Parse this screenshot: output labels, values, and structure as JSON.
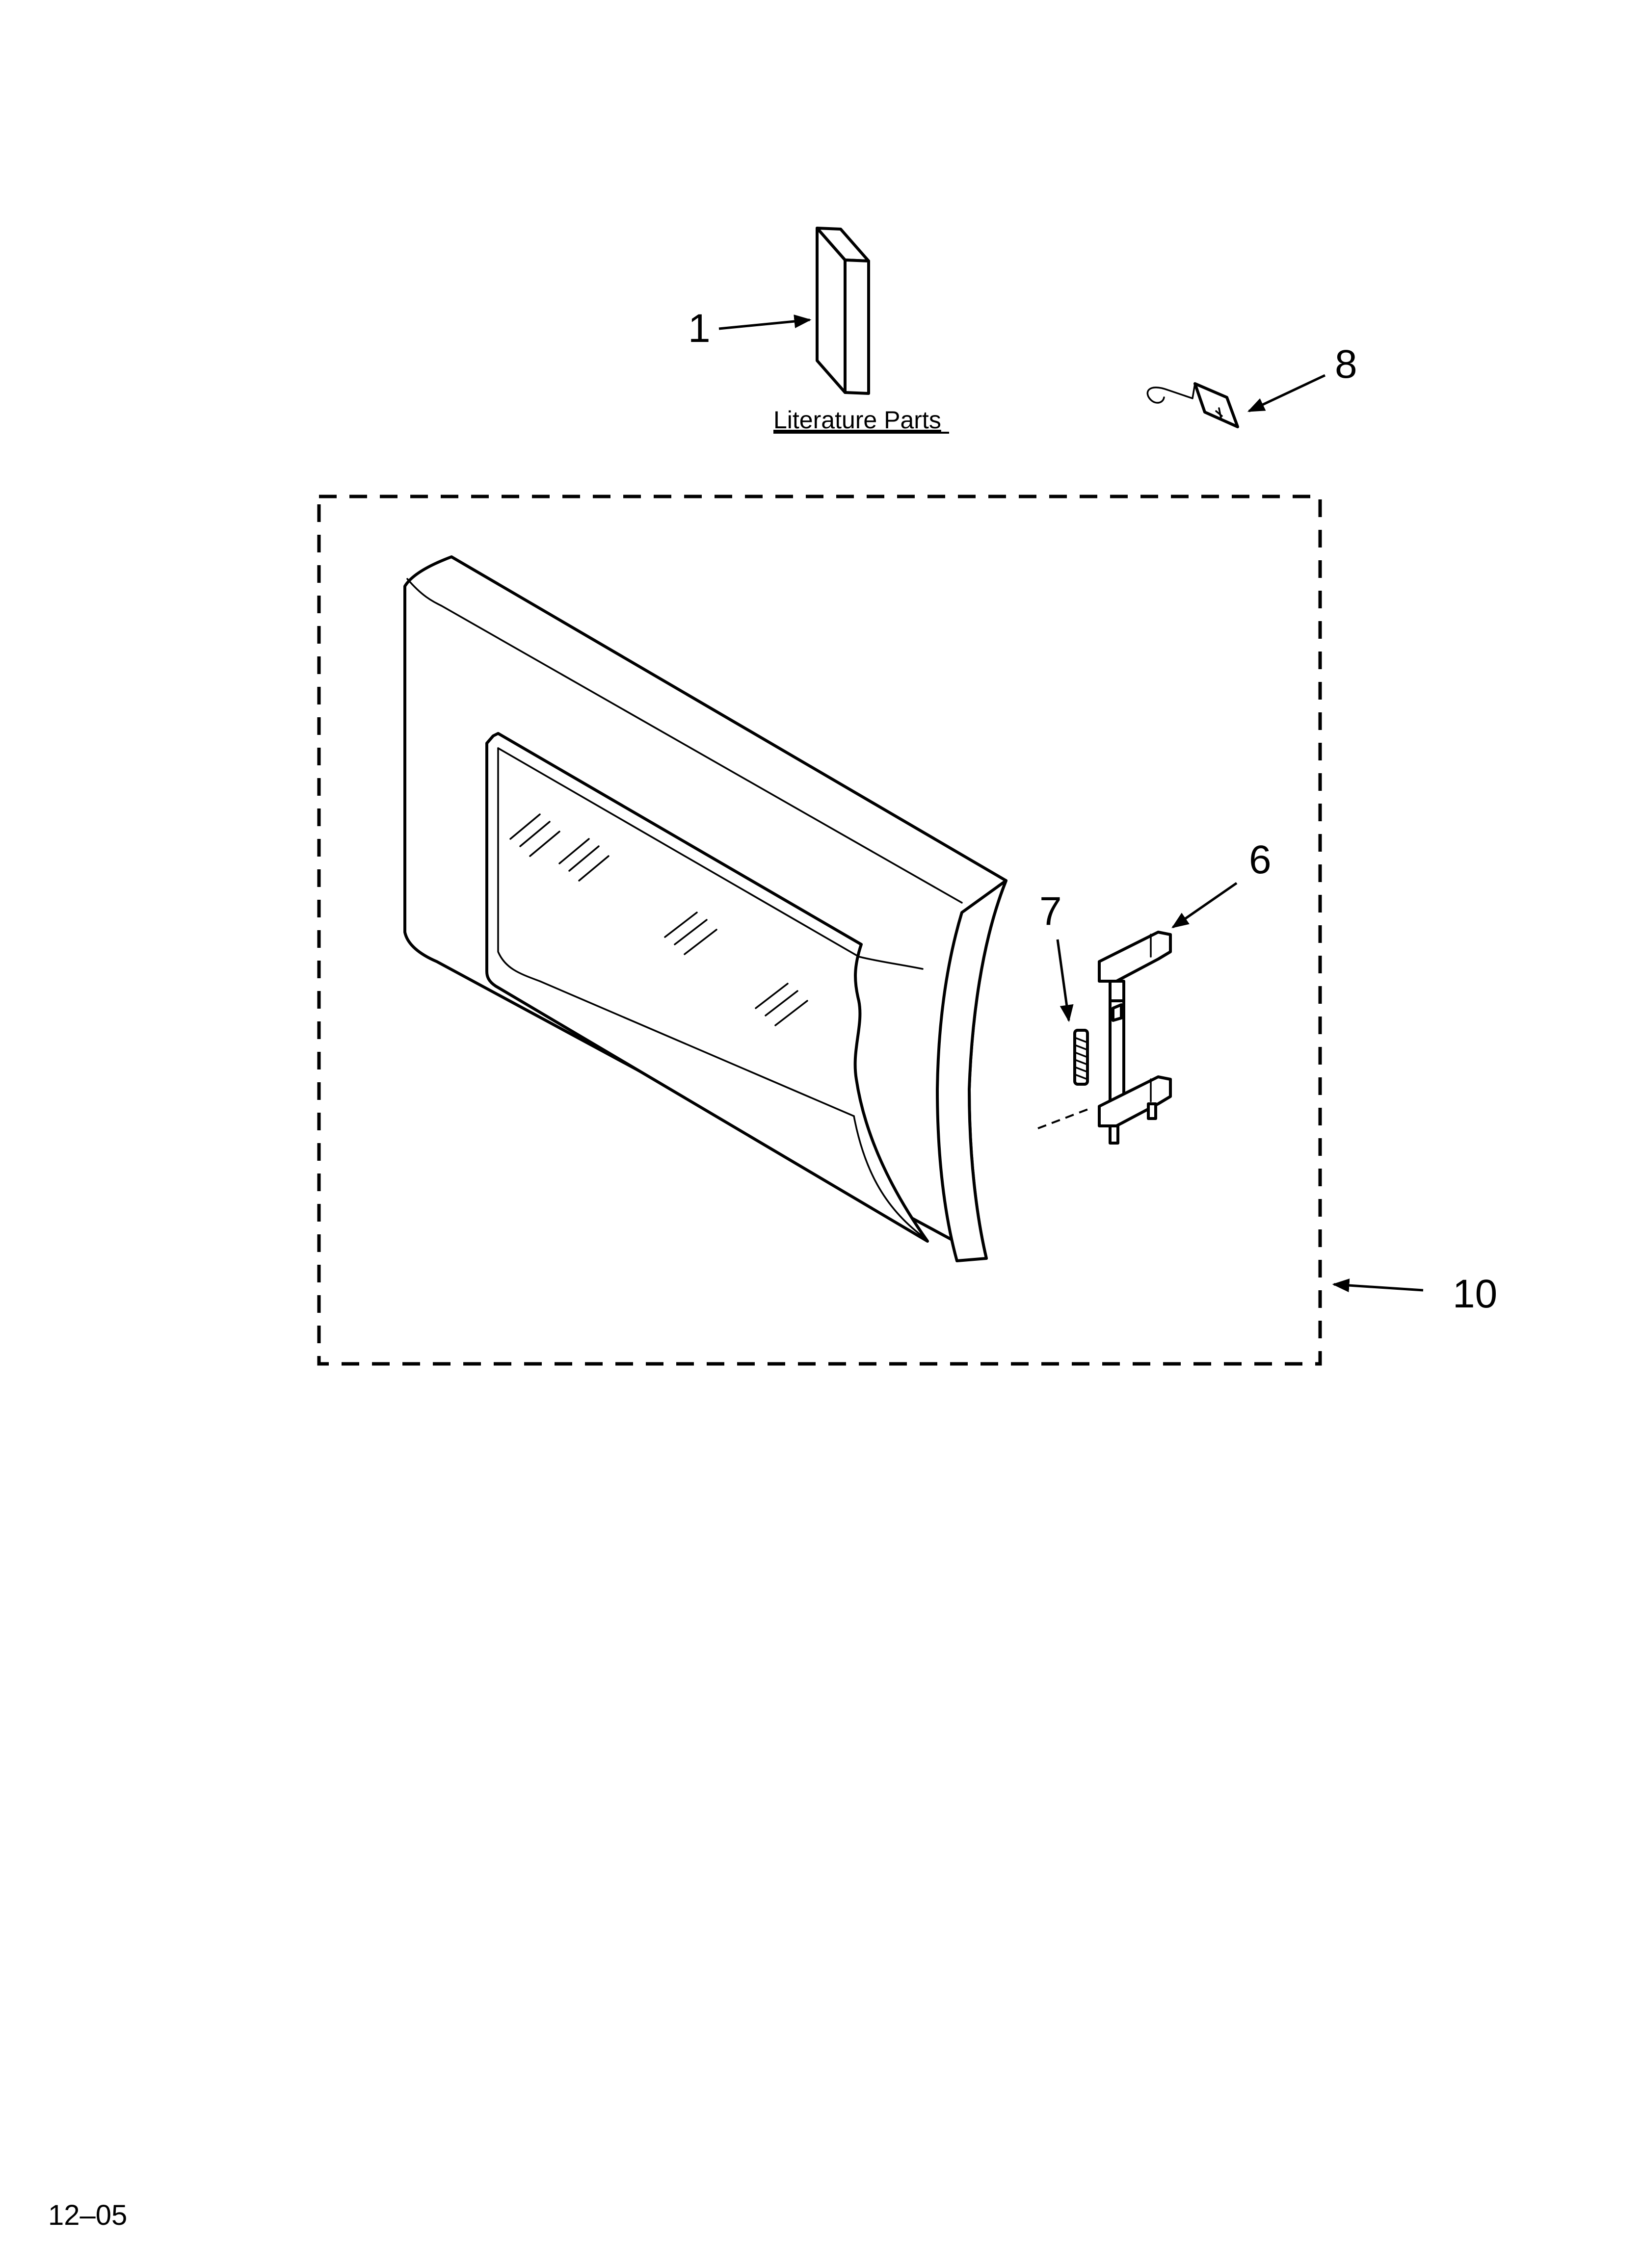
{
  "callouts": {
    "literature": "1",
    "clip": "8",
    "latch": "6",
    "spring": "7",
    "assembly": "10"
  },
  "labels": {
    "literature_parts": "Literature Parts"
  },
  "footer": {
    "date_code": "12–05"
  }
}
